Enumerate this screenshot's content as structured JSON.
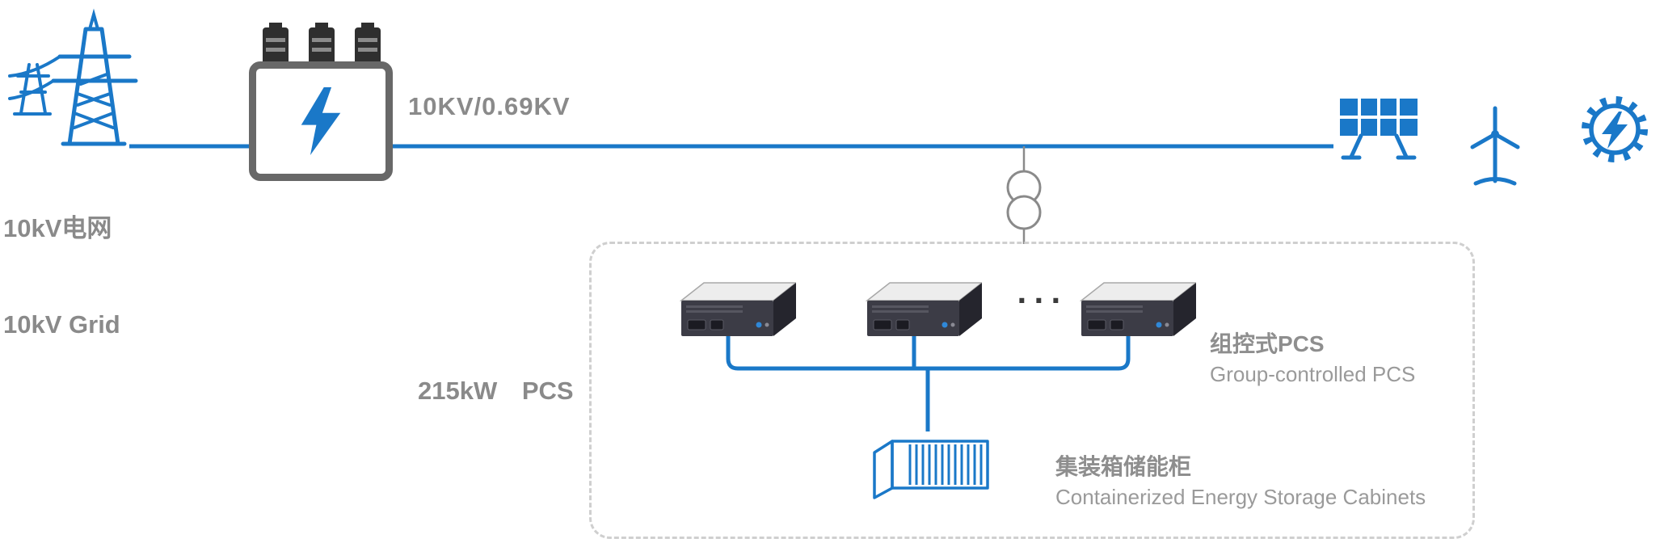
{
  "colors": {
    "line_blue": "#1A78C8",
    "label_gray": "#8A8A8A",
    "transformer_outline_gray": "#686868",
    "dashed_border_gray": "#CFCFCF",
    "pcs_dark": "#3C3C46"
  },
  "grid_source": {
    "label_zh": "10kV电网",
    "label_en": "10kV Grid"
  },
  "transformer": {
    "ratio_label": "10KV/0.69KV"
  },
  "pcs_group": {
    "capacity_label": "215kW PCS",
    "ellipsis": "···",
    "label_zh": "组控式PCS",
    "label_en": "Group-controlled PCS"
  },
  "storage": {
    "label_zh": "集装箱储能柜",
    "label_en": "Containerized Energy Storage Cabinets"
  },
  "icons": {
    "power_grid": "transmission-tower-icon",
    "transformer": "transformer-with-batteries-icon",
    "circles": "transformer-winding-symbol",
    "solar": "solar-panel-icon",
    "wind": "wind-turbine-icon",
    "generator": "gear-lightning-generator-icon",
    "pcs": "pcs-rack-unit-icon",
    "container": "shipping-container-icon"
  }
}
